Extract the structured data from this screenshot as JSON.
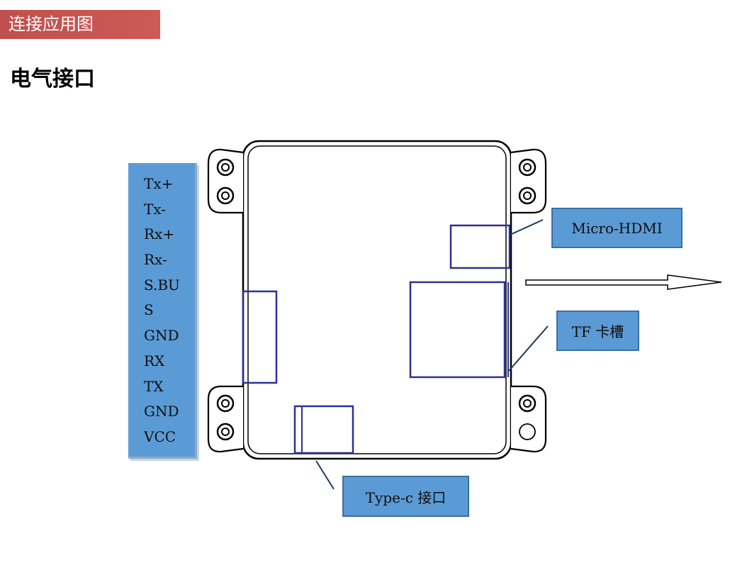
{
  "header": {
    "section_title": "连接应用图"
  },
  "page": {
    "title": "电气接口"
  },
  "pins": [
    "Tx+",
    "Tx-",
    "Rx+",
    "Rx-",
    "S.BU",
    "S",
    "GND",
    "RX",
    "TX",
    "GND",
    "VCC"
  ],
  "callouts": {
    "micro_hdmi": "Micro-HDMI",
    "tf_slot": "TF 卡槽",
    "type_c": "Type-c  接口"
  },
  "colors": {
    "header_bg": "#c0504d",
    "callout_bg": "#5b9bd5",
    "component_outline": "#2e3192"
  }
}
